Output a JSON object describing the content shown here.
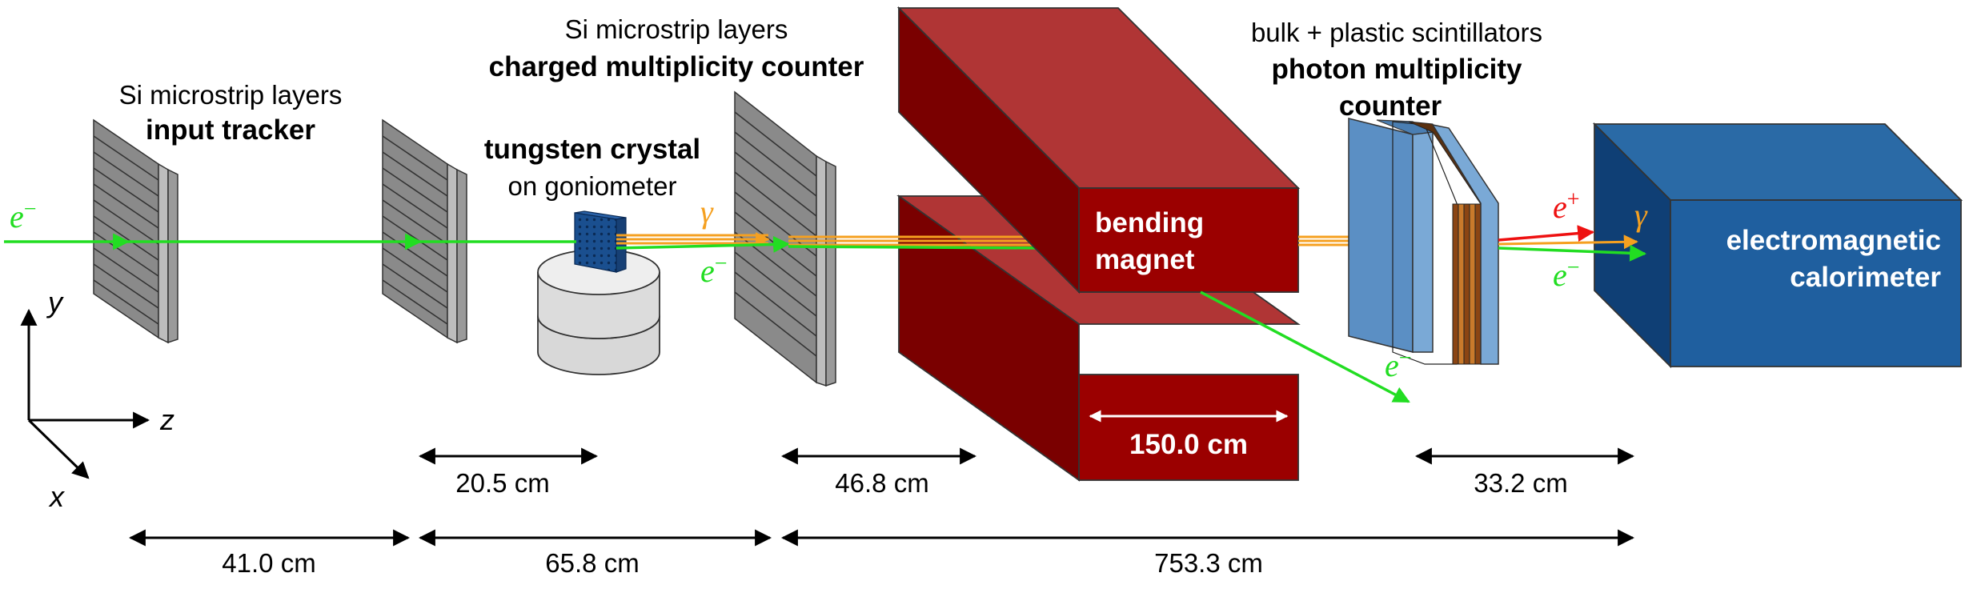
{
  "labels": {
    "input_tracker_top": "Si microstrip layers",
    "input_tracker_bold": "input tracker",
    "cmc_top": "Si microstrip layers",
    "cmc_bold": "charged multiplicity counter",
    "crystal_bold": "tungsten crystal",
    "crystal_sub": "on goniometer",
    "pmc_top": "bulk + plastic scintillators",
    "pmc_bold_1": "photon multiplicity",
    "pmc_bold_2": "counter",
    "magnet_1": "bending",
    "magnet_2": "magnet",
    "calorimeter_1": "electromagnetic",
    "calorimeter_2": "calorimeter"
  },
  "particles": {
    "electron": "e",
    "minus": "−",
    "positron_plus": "+",
    "photon": "γ"
  },
  "axes": {
    "x": "x",
    "y": "y",
    "z": "z"
  },
  "dimensions": {
    "d1": "41.0 cm",
    "d2": "20.5 cm",
    "d3": "65.8 cm",
    "d4": "46.8 cm",
    "d5": "150.0 cm",
    "d6": "753.3 cm",
    "d7": "33.2 cm"
  },
  "colors": {
    "electron": "#22dd22",
    "photon": "#f5a020",
    "positron": "#ee1111",
    "magnet": "#9b0000",
    "calorimeter": "#1f5f9f",
    "scintillator": "#5b8fc4",
    "silicon": "#808080"
  }
}
